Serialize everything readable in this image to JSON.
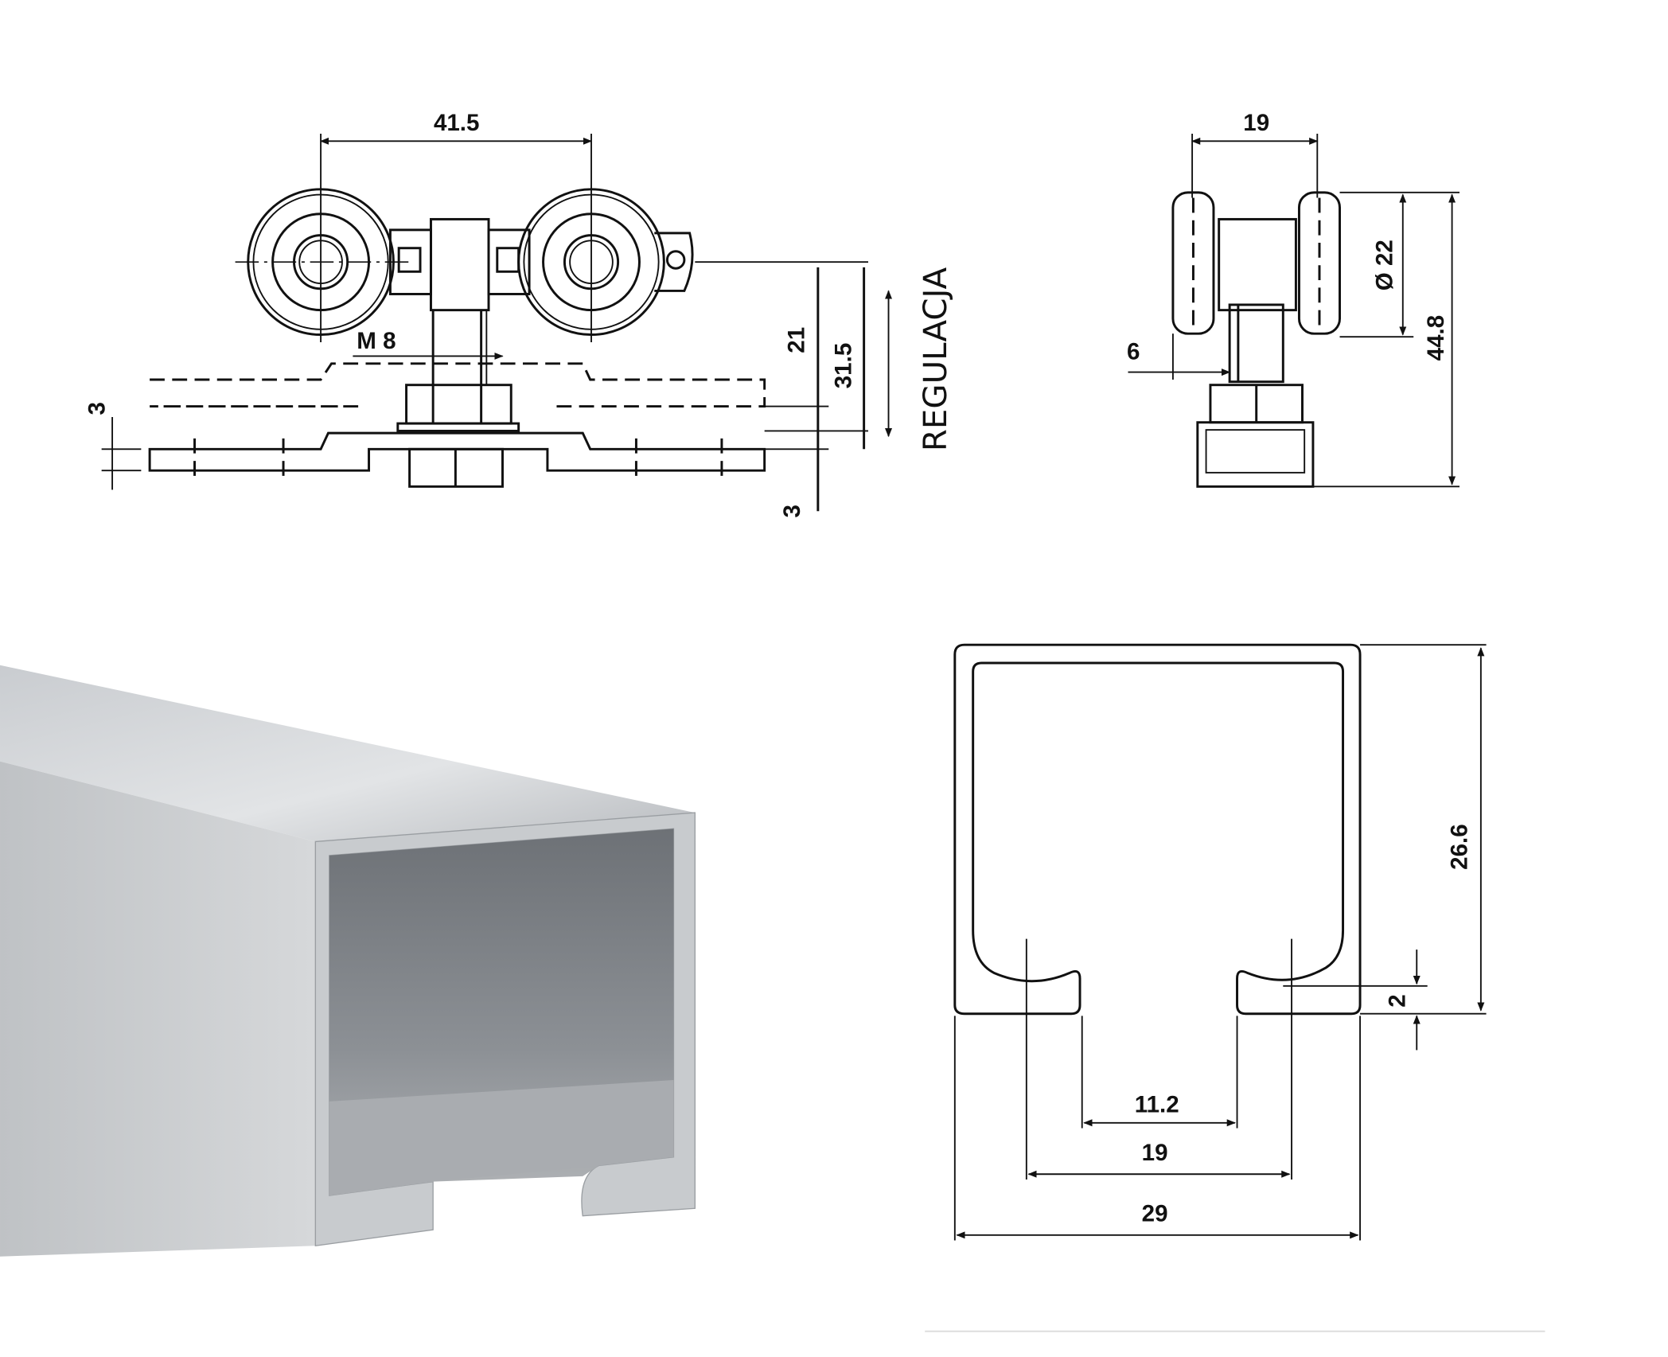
{
  "roller_front_view": {
    "wheel_spacing": "41.5",
    "thread": "M 8",
    "dim_height_21": "21",
    "dim_height_31_5": "31.5",
    "dim_plate": "3",
    "dim_bottom": "3",
    "adjustment_label": "REGULACJA"
  },
  "roller_side_view": {
    "wheel_width": "19",
    "wheel_diameter": "Ø 22",
    "total_height": "44.8",
    "offset": "6"
  },
  "rail_profile": {
    "height": "26.6",
    "lip": "2",
    "slot_width": "11.2",
    "inner_width": "19",
    "outer_width": "29"
  }
}
